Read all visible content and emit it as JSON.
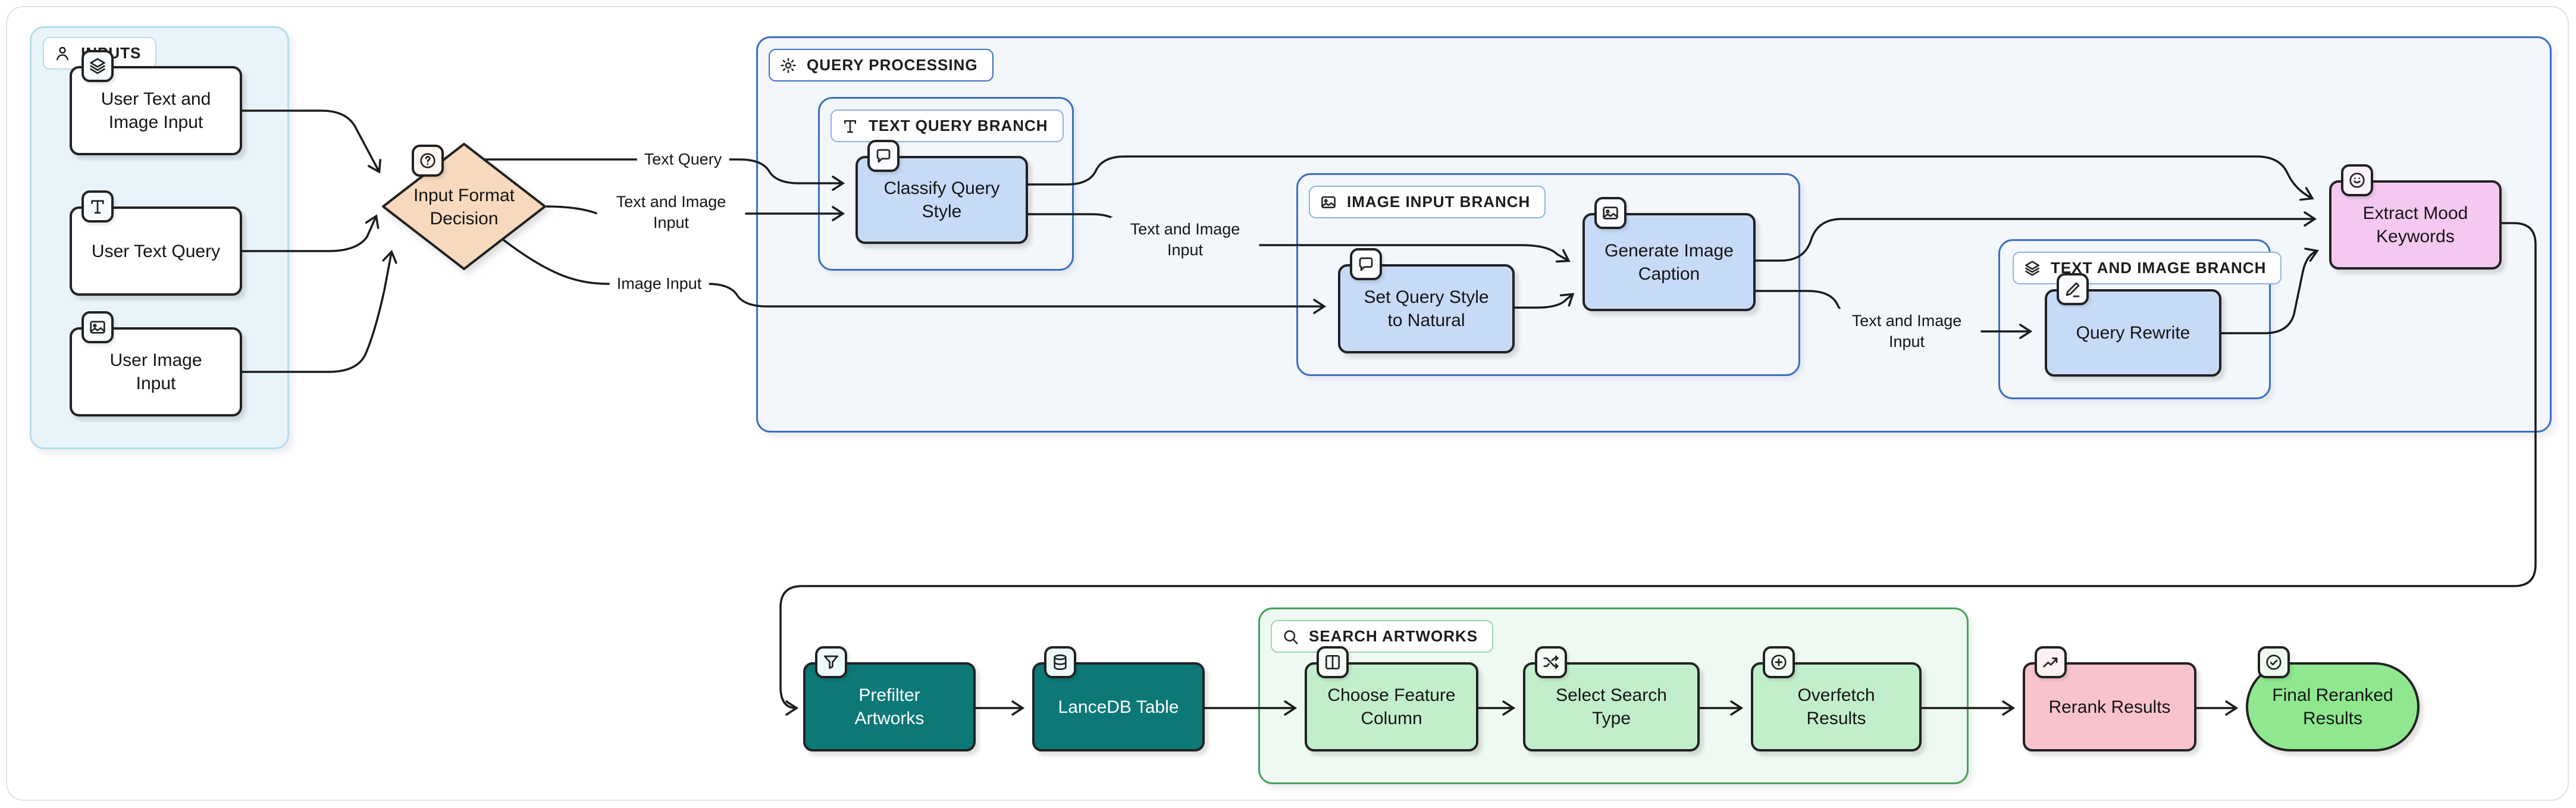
{
  "groups": {
    "inputs": {
      "label": "INPUTS",
      "icon": "person-icon"
    },
    "query_processing": {
      "label": "QUERY PROCESSING",
      "icon": "gear-icon"
    },
    "text_query_branch": {
      "label": "TEXT QUERY BRANCH",
      "icon": "type-icon"
    },
    "image_input_branch": {
      "label": "IMAGE INPUT BRANCH",
      "icon": "image-icon"
    },
    "text_and_image_branch": {
      "label": "TEXT AND IMAGE BRANCH",
      "icon": "layers-icon"
    },
    "search_artworks": {
      "label": "SEARCH ARTWORKS",
      "icon": "search-icon"
    }
  },
  "nodes": {
    "user_text_and_image_input": {
      "label": "User Text and Image Input",
      "icon": "layers-icon"
    },
    "user_text_query": {
      "label": "User Text Query",
      "icon": "type-icon"
    },
    "user_image_input": {
      "label": "User Image Input",
      "icon": "image-icon"
    },
    "input_format_decision": {
      "label": "Input Format Decision",
      "icon": "question-icon"
    },
    "classify_query_style": {
      "label": "Classify Query Style",
      "icon": "message-icon"
    },
    "set_query_style_to_natural": {
      "label": "Set Query Style to Natural",
      "icon": "message-icon"
    },
    "generate_image_caption": {
      "label": "Generate Image Caption",
      "icon": "image-icon"
    },
    "query_rewrite": {
      "label": "Query Rewrite",
      "icon": "pencil-icon"
    },
    "extract_mood_keywords": {
      "label": "Extract Mood Keywords",
      "icon": "smiley-icon"
    },
    "prefilter_artworks": {
      "label": "Prefilter Artworks",
      "icon": "filter-icon"
    },
    "lancedb_table": {
      "label": "LanceDB Table",
      "icon": "database-icon"
    },
    "choose_feature_column": {
      "label": "Choose Feature Column",
      "icon": "columns-icon"
    },
    "select_search_type": {
      "label": "Select Search Type",
      "icon": "shuffle-icon"
    },
    "overfetch_results": {
      "label": "Overfetch Results",
      "icon": "plus-circle-icon"
    },
    "rerank_results": {
      "label": "Rerank Results",
      "icon": "trend-up-icon"
    },
    "final_reranked_results": {
      "label": "Final Reranked Results",
      "icon": "check-circle-icon"
    }
  },
  "edge_labels": {
    "text_query": "Text Query",
    "text_and_image_input_1": "Text and Image Input",
    "image_input": "Image Input",
    "text_and_image_input_2": "Text and Image Input",
    "text_and_image_input_3": "Text and Image Input"
  },
  "colors": {
    "group_blue_border": "#3a6fc4",
    "group_green_border": "#43a35c",
    "inputs_group_bg": "#e9f4fa",
    "node_blue": "#c7daf8",
    "node_peach": "#f8d9bd",
    "node_purple": "#f4c8f1",
    "node_teal": "#0d7878",
    "node_light_green": "#c2efcb",
    "node_rose": "#f9c3ce",
    "node_green": "#8fe88f",
    "edge": "#1b1b1b"
  }
}
